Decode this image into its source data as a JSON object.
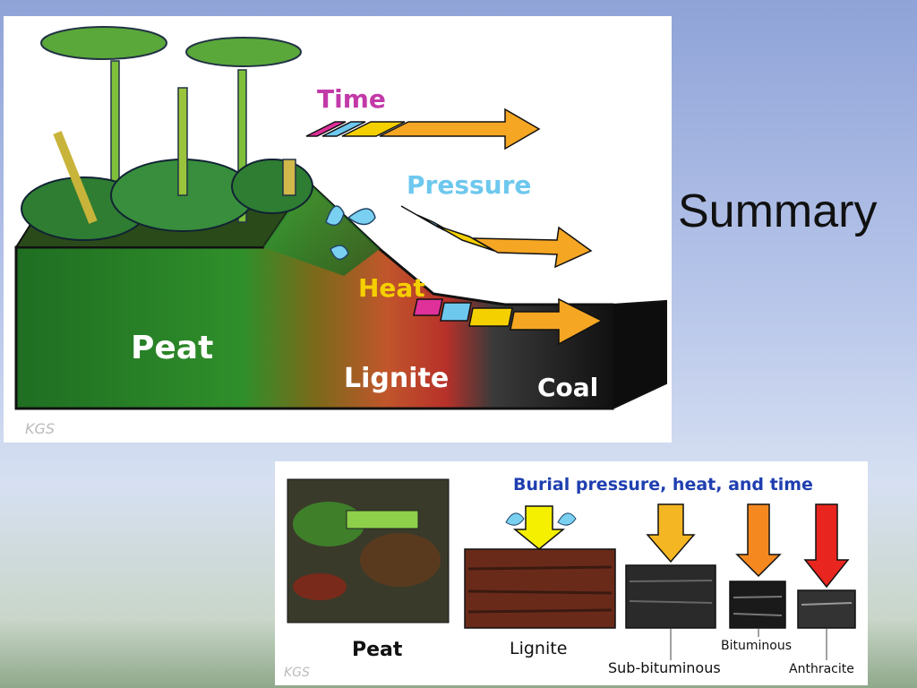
{
  "slide": {
    "title": "Summary"
  },
  "top_diagram": {
    "stages": [
      "Peat",
      "Lignite",
      "Coal"
    ],
    "arrows": [
      {
        "label": "Time",
        "color": "#c23aa8"
      },
      {
        "label": "Pressure",
        "color": "#6ec8ee"
      },
      {
        "label": "Heat",
        "color": "#f5d000"
      }
    ],
    "signature": "KGS"
  },
  "bottom_diagram": {
    "caption": "Burial pressure, heat, and time",
    "stages": [
      "Peat",
      "Lignite",
      "Sub-bituminous",
      "Bituminous",
      "Anthracite"
    ],
    "signature": "KGS"
  },
  "colors": {
    "peat_green": "#2f8f2a",
    "lignite_red": "#c0392b",
    "coal_black": "#1a1a1a",
    "arrow_orange": "#f5a623",
    "caption_blue": "#1f3fb0"
  }
}
